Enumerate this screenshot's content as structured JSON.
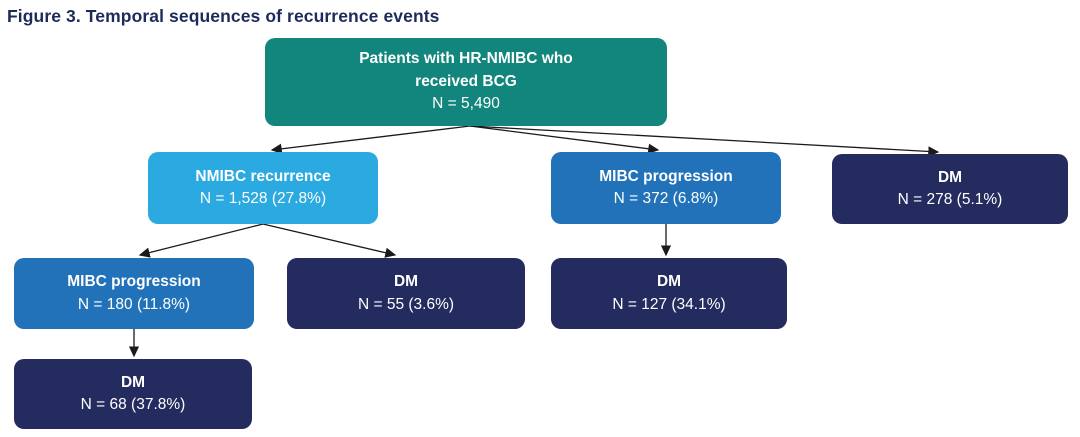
{
  "figure": {
    "title": "Figure 3. Temporal sequences of recurrence events"
  },
  "colors": {
    "teal": "#12867C",
    "light_blue": "#2BA9E1",
    "blue": "#2172B9",
    "navy": "#242B5E",
    "title_text": "#1E2A5A",
    "arrow": "#1A1A1A",
    "box_text": "#FFFFFF"
  },
  "nodes": {
    "root": {
      "label": "Patients with HR-NMIBC who\nreceived BCG",
      "value": "N = 5,490"
    },
    "nmibc_recurrence": {
      "label": "NMIBC recurrence",
      "value": "N = 1,528 (27.8%)"
    },
    "mibc_progression_top": {
      "label": "MIBC progression",
      "value": "N = 372 (6.8%)"
    },
    "dm_top": {
      "label": "DM",
      "value": "N = 278 (5.1%)"
    },
    "mibc_progression_mid": {
      "label": "MIBC progression",
      "value": "N = 180 (11.8%)"
    },
    "dm_mid": {
      "label": "DM",
      "value": "N = 55 (3.6%)"
    },
    "dm_under_mibc_top": {
      "label": "DM",
      "value": "N = 127 (34.1%)"
    },
    "dm_under_mibc_mid": {
      "label": "DM",
      "value": "N = 68 (37.8%)"
    }
  },
  "edges": [
    {
      "from": "root",
      "to": "nmibc_recurrence"
    },
    {
      "from": "root",
      "to": "mibc_progression_top"
    },
    {
      "from": "root",
      "to": "dm_top"
    },
    {
      "from": "nmibc_recurrence",
      "to": "mibc_progression_mid"
    },
    {
      "from": "nmibc_recurrence",
      "to": "dm_mid"
    },
    {
      "from": "mibc_progression_top",
      "to": "dm_under_mibc_top"
    },
    {
      "from": "mibc_progression_mid",
      "to": "dm_under_mibc_mid"
    }
  ]
}
